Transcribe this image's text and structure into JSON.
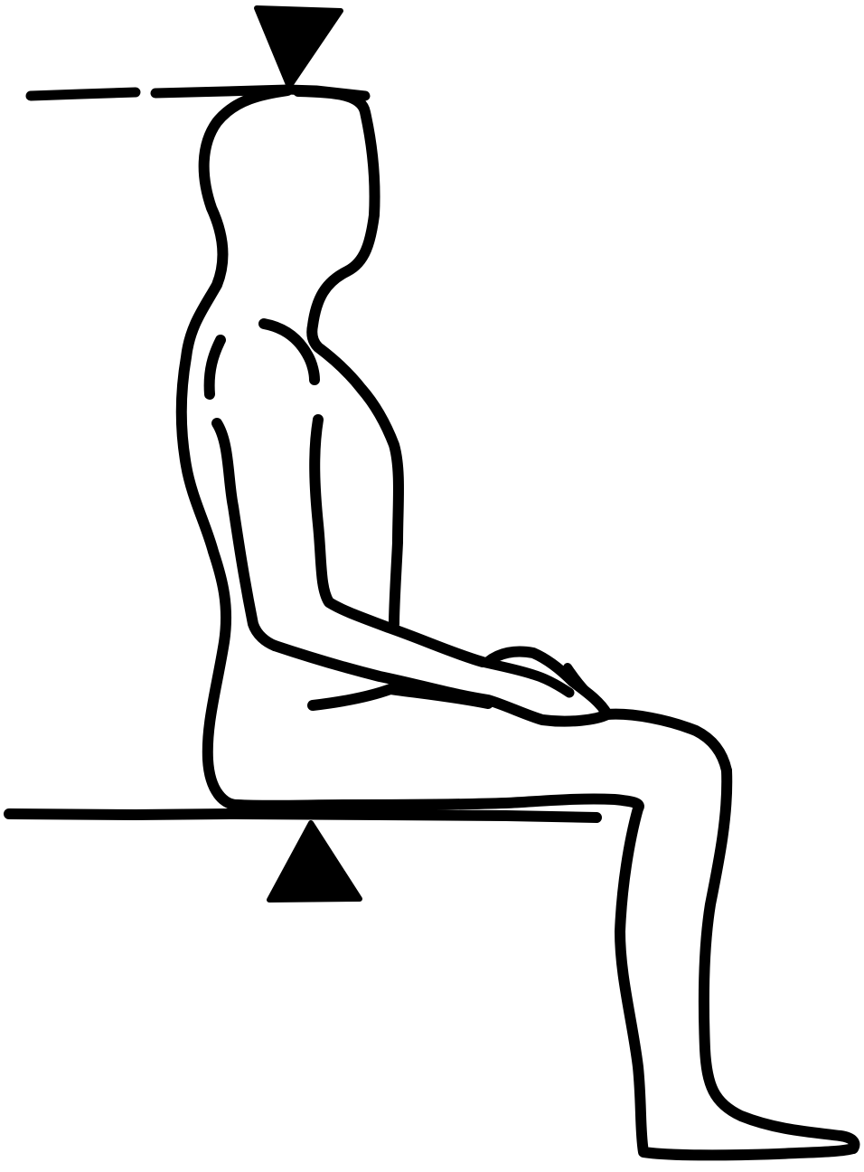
{
  "figure": {
    "subject": "seated-figure-side-view",
    "colors": {
      "ink": "#000000",
      "background": "#ffffff"
    },
    "markers": [
      {
        "name": "top-marker-triangle",
        "direction": "down"
      },
      {
        "name": "bottom-marker-triangle",
        "direction": "up"
      }
    ],
    "reference_lines": [
      {
        "name": "head-level-line",
        "style": "dashed-left"
      },
      {
        "name": "seat-level-line",
        "style": "solid"
      }
    ]
  }
}
